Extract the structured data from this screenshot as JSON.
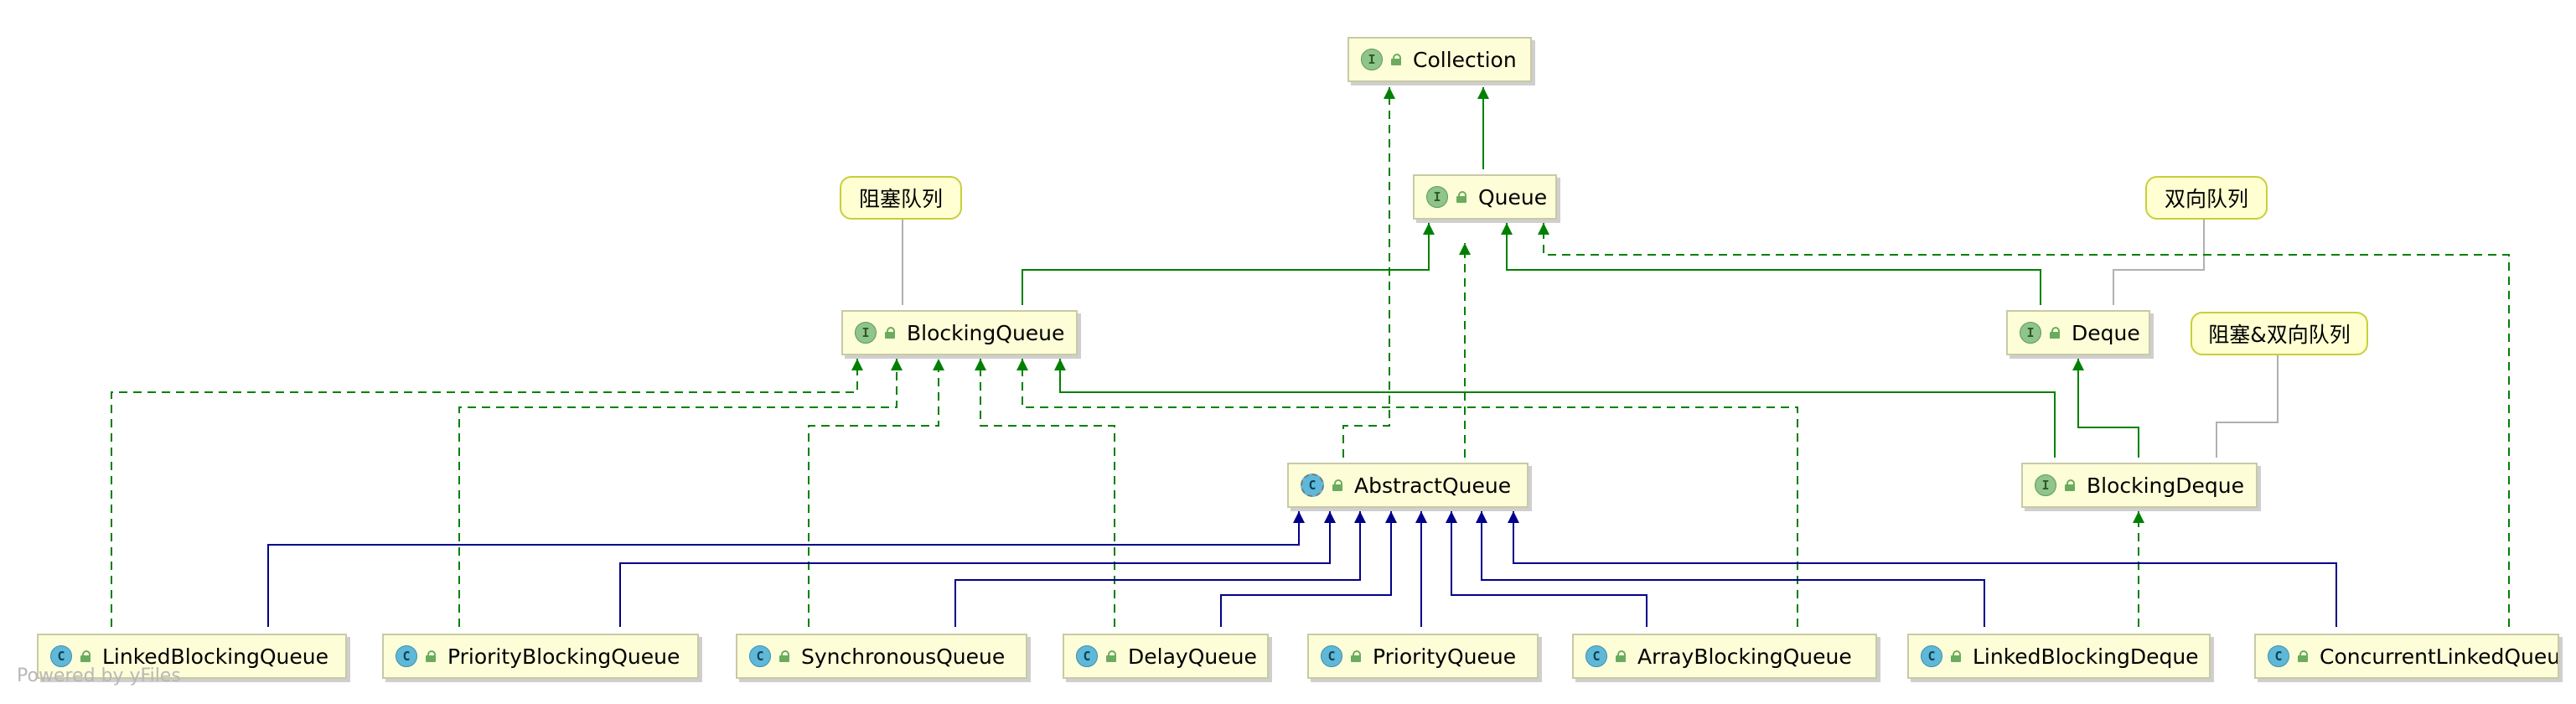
{
  "nodes": {
    "collection": {
      "label": "Collection",
      "kind": "I"
    },
    "queue": {
      "label": "Queue",
      "kind": "I"
    },
    "blocking_queue": {
      "label": "BlockingQueue",
      "kind": "I"
    },
    "deque": {
      "label": "Deque",
      "kind": "I"
    },
    "abstract_queue": {
      "label": "AbstractQueue",
      "kind": "C"
    },
    "blocking_deque": {
      "label": "BlockingDeque",
      "kind": "I"
    },
    "linked_blocking_queue": {
      "label": "LinkedBlockingQueue",
      "kind": "C"
    },
    "priority_blocking_queue": {
      "label": "PriorityBlockingQueue",
      "kind": "C"
    },
    "synchronous_queue": {
      "label": "SynchronousQueue",
      "kind": "C"
    },
    "delay_queue": {
      "label": "DelayQueue",
      "kind": "C"
    },
    "priority_queue": {
      "label": "PriorityQueue",
      "kind": "C"
    },
    "array_blocking_queue": {
      "label": "ArrayBlockingQueue",
      "kind": "C"
    },
    "linked_blocking_deque": {
      "label": "LinkedBlockingDeque",
      "kind": "C"
    },
    "concurrent_linked_queue": {
      "label": "ConcurrentLinkedQueue",
      "kind": "C"
    }
  },
  "notes": {
    "blocking_queue_note": "阻塞队列",
    "deque_note": "双向队列",
    "blocking_deque_note": "阻塞&双向队列"
  },
  "footer": "Powered by yFiles",
  "colors": {
    "extends_interface": "#008000",
    "implements": "#008000",
    "extends_class": "#00008b",
    "note_link": "#b0b0b0"
  }
}
